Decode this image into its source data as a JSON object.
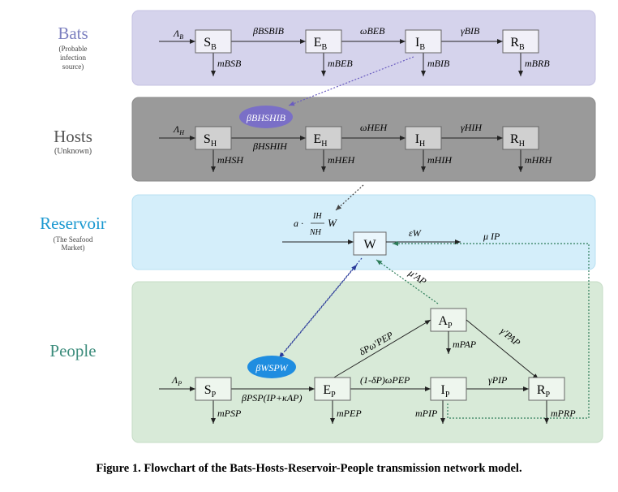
{
  "panels": {
    "bats": {
      "title": "Bats",
      "sub1": "(Probable",
      "sub2": "infection",
      "sub3": "source)",
      "color": "#7b7fbf",
      "bg": "#d5d3ec"
    },
    "hosts": {
      "title": "Hosts",
      "sub1": "(Unknown)",
      "color": "#555555",
      "bg": "#9a9a9a"
    },
    "reservoir": {
      "title": "Reservoir",
      "sub1": "(The Seafood",
      "sub2": "Market)",
      "color": "#1a98d0",
      "bg": "#d4eefa"
    },
    "people": {
      "title": "People",
      "color": "#3c8c7c",
      "bg": "#d8ead8"
    }
  },
  "nodes": {
    "sb": "S",
    "sb_sub": "B",
    "eb": "E",
    "eb_sub": "B",
    "ib": "I",
    "ib_sub": "B",
    "rb": "R",
    "rb_sub": "B",
    "sh": "S",
    "sh_sub": "H",
    "eh": "E",
    "eh_sub": "H",
    "ih": "I",
    "ih_sub": "H",
    "rh": "R",
    "rh_sub": "H",
    "w": "W",
    "ap": "A",
    "ap_sub": "P",
    "sp": "S",
    "sp_sub": "P",
    "ep": "E",
    "ep_sub": "P",
    "ip": "I",
    "ip_sub": "P",
    "rp": "R",
    "rp_sub": "P"
  },
  "rates": {
    "lambda_b": "Λ",
    "lambda_b_sub": "B",
    "beta_sb_ib": "βBSBIB",
    "omega_eb": "ωBEB",
    "gamma_ib": "γBIB",
    "m_sb": "mBSB",
    "m_eb": "mBEB",
    "m_ib": "mBIB",
    "m_rb": "mBRB",
    "beta_bh": "βBHSHIB",
    "lambda_h": "Λ",
    "lambda_h_sub": "H",
    "beta_sh_ih": "βHSHIH",
    "omega_eh": "ωHEH",
    "gamma_ih": "γHIH",
    "m_sh": "mHSH",
    "m_eh": "mHEH",
    "m_ih": "mHIH",
    "m_rh": "mHRH",
    "shed_a": "a ·",
    "shed_frac_num": "IH",
    "shed_frac_den": "NH",
    "shed_w": "W",
    "eps_w": "εW",
    "mu_ip": "μ IP",
    "mu_ap": "μ'AP",
    "delta_eq": "δPω'PEP",
    "gamma_ap": "γ'PAP",
    "m_ap": "mPAP",
    "beta_w": "βWSPW",
    "lambda_p": "Λ",
    "lambda_p_sub": "P",
    "beta_p": "βPSP(IP+κAP)",
    "one_minus_delta": "(1-δP)ωPEP",
    "gamma_ip": "γPIP",
    "m_sp": "mPSP",
    "m_ep": "mPEP",
    "m_ip": "mPIP",
    "m_rp": "mPRP"
  },
  "caption": "Figure 1. Flowchart of the Bats-Hosts-Reservoir-People transmission network model.",
  "colors": {
    "box_stroke": "#666666",
    "arrow": "#222222",
    "ellipse_purple": "#7a6fc7",
    "ellipse_blue": "#1f8de0",
    "dotted_purple": "#6a5cc0",
    "dotted_blue": "#2a3a9a",
    "dotted_green": "#2e7d5a",
    "dotted_dark": "#444444"
  }
}
